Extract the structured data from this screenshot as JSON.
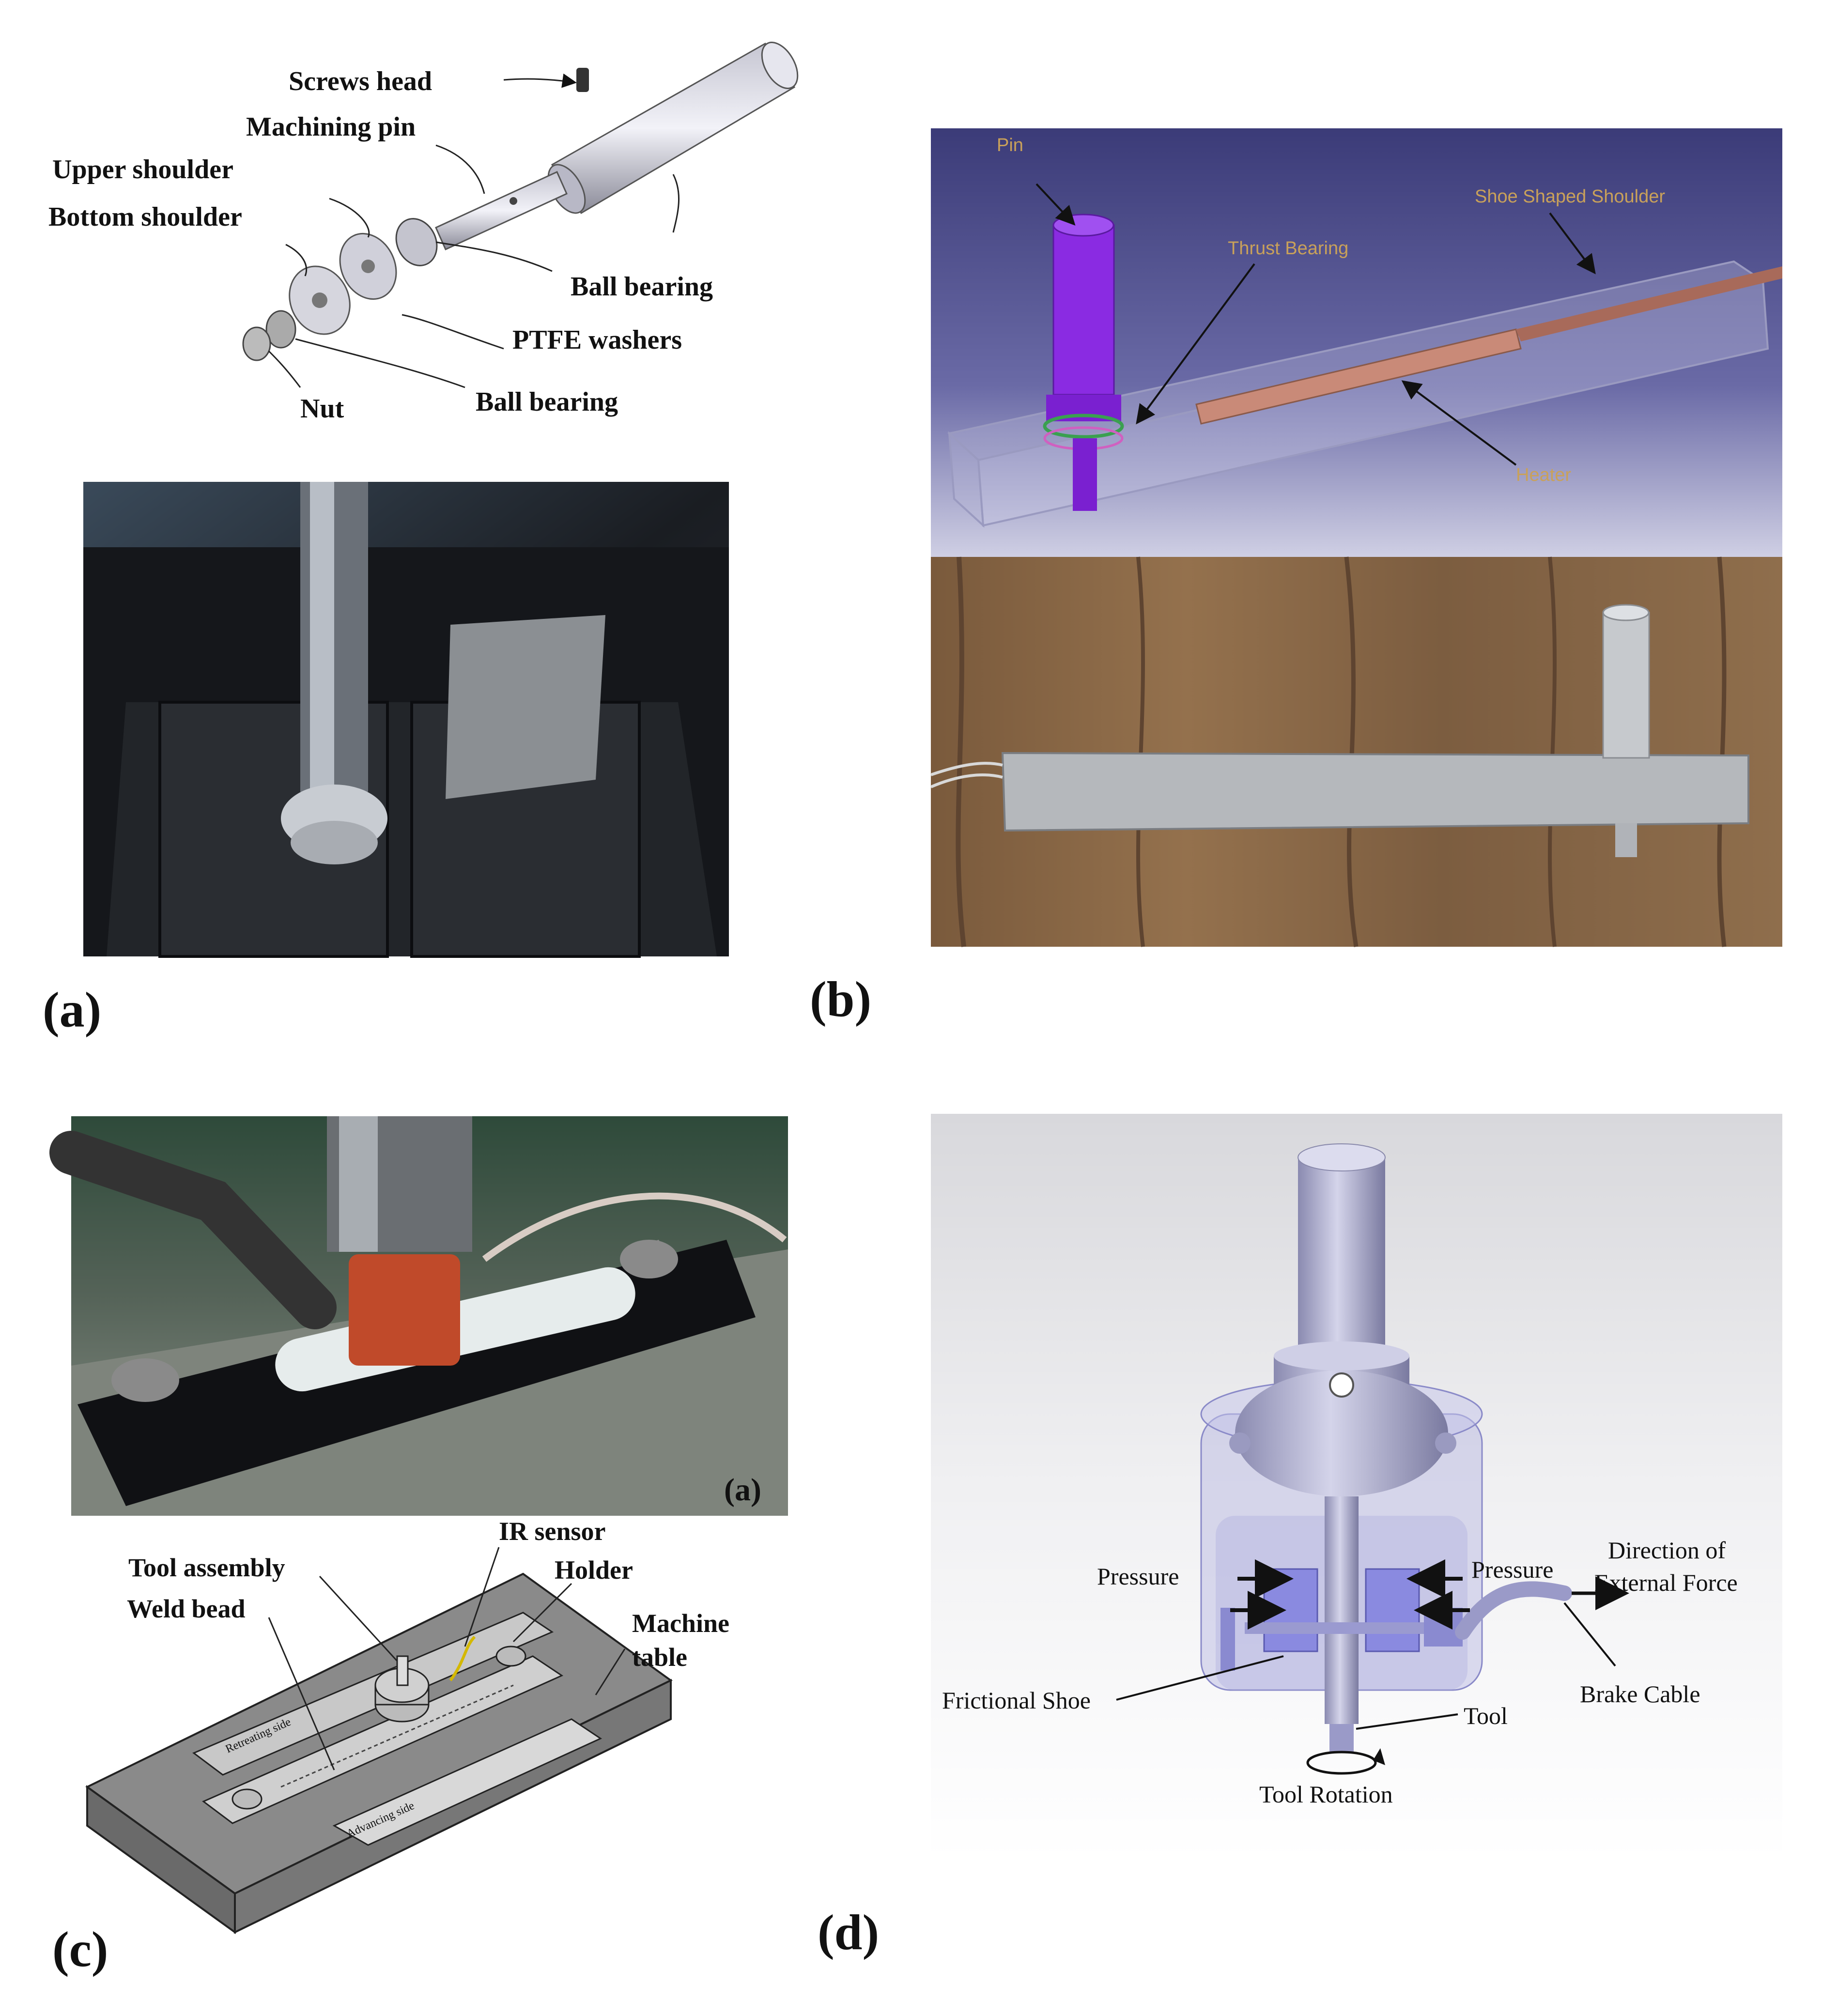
{
  "panels": {
    "a": {
      "letter": "(a)",
      "labels": {
        "screws_head": "Screws head",
        "machining_pin": "Machining pin",
        "upper_shoulder": "Upper shoulder",
        "bottom_shoulder": "Bottom shoulder",
        "ball_bearing_1": "Ball bearing",
        "ptfe_washers": "PTFE washers",
        "nut": "Nut",
        "ball_bearing_2": "Ball bearing"
      }
    },
    "b": {
      "letter": "(b)",
      "labels": {
        "pin": "Pin",
        "shoe_shaped_shoulder": "Shoe Shaped Shoulder",
        "thrust_bearing": "Thrust Bearing",
        "heater": "Heater"
      }
    },
    "c": {
      "letter": "(c)",
      "photo_tag": "(a)",
      "labels": {
        "ir_sensor": "IR sensor",
        "tool_assembly": "Tool assembly",
        "holder": "Holder",
        "weld_bead": "Weld bead",
        "machine_table_1": "Machine",
        "machine_table_2": "table",
        "retreating_side": "Retreating side",
        "advancing_side": "Advancing side"
      }
    },
    "d": {
      "letter": "(d)",
      "labels": {
        "pressure_left": "Pressure",
        "pressure_right": "Pressure",
        "direction_1": "Direction of",
        "direction_2": "External Force",
        "frictional_shoe": "Frictional Shoe",
        "tool": "Tool",
        "brake_cable": "Brake Cable",
        "tool_rotation": "Tool Rotation"
      }
    }
  },
  "colors": {
    "cad_bg_top": "#3a3a7a",
    "cad_bg_bottom": "#c8c8e0",
    "pin_purple": "#8a2be2",
    "heater": "#c98a78",
    "wood": "#8b6a48",
    "table_grey": "#8a8a8a"
  }
}
